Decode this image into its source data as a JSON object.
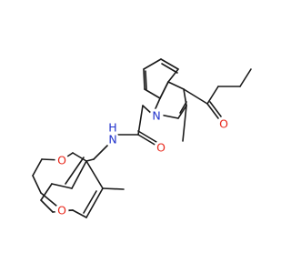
{
  "molecule": {
    "colors": {
      "bond": "#1a1a1a",
      "oxygen": "#e8281c",
      "nitrogen": "#2233cc",
      "background": "#ffffff"
    },
    "atom_labels": {
      "o_ring_top": "O",
      "o_ring_bottom": "O",
      "n_amide": "N",
      "h_amide": "H",
      "o_amide": "O",
      "n_indole": "N",
      "o_ketone": "O"
    }
  }
}
